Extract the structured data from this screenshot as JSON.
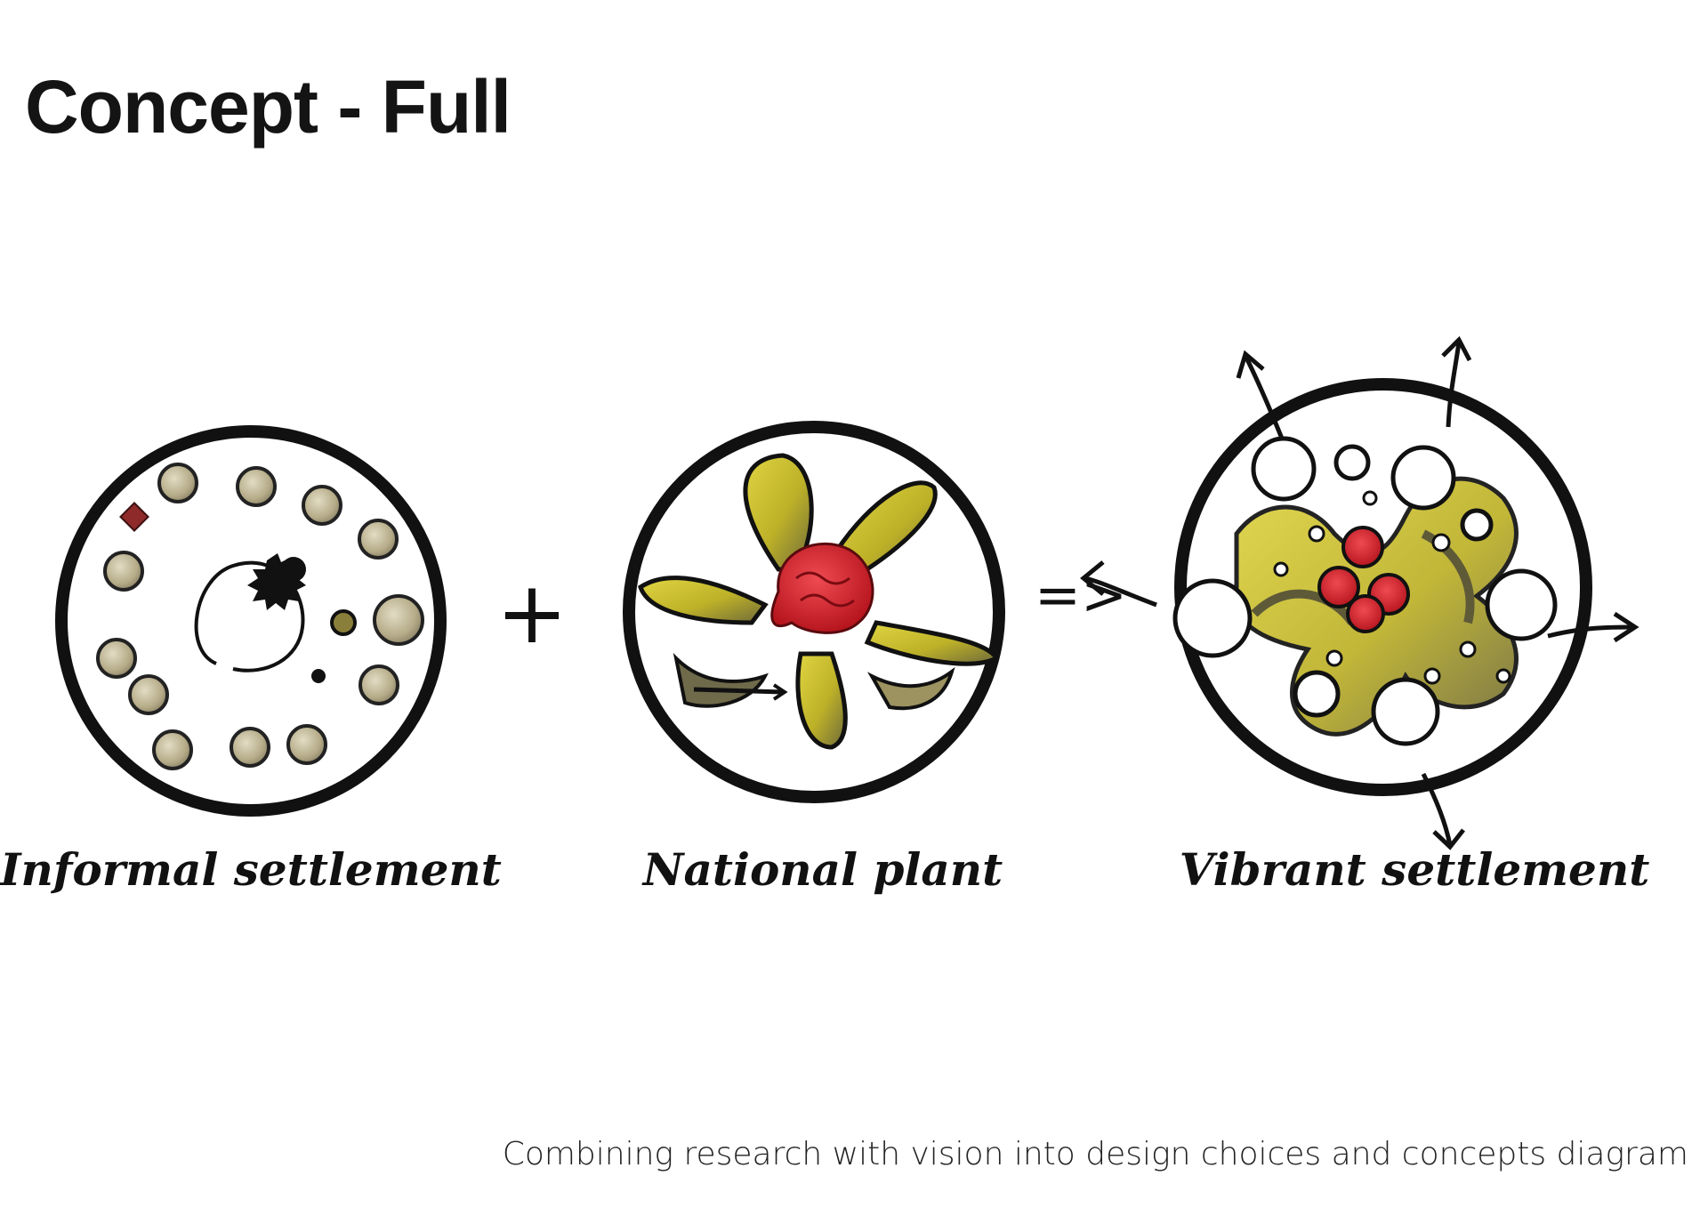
{
  "page": {
    "title": "Concept - Full"
  },
  "diagram": {
    "operators": {
      "plus": "+",
      "implies": "=>"
    },
    "panels": [
      {
        "label": "Informal settlement"
      },
      {
        "label": "National plant"
      },
      {
        "label": "Vibrant settlement"
      }
    ]
  },
  "caption": "Combining research with vision into design choices and concepts diagram",
  "colors": {
    "ink": "#111111",
    "hut_fill": "#b9b08f",
    "petal_yellow": "#c9bf2a",
    "petal_shadow": "#6f6a4a",
    "core_red": "#d3242d",
    "marker_red": "#8e2a2a"
  }
}
